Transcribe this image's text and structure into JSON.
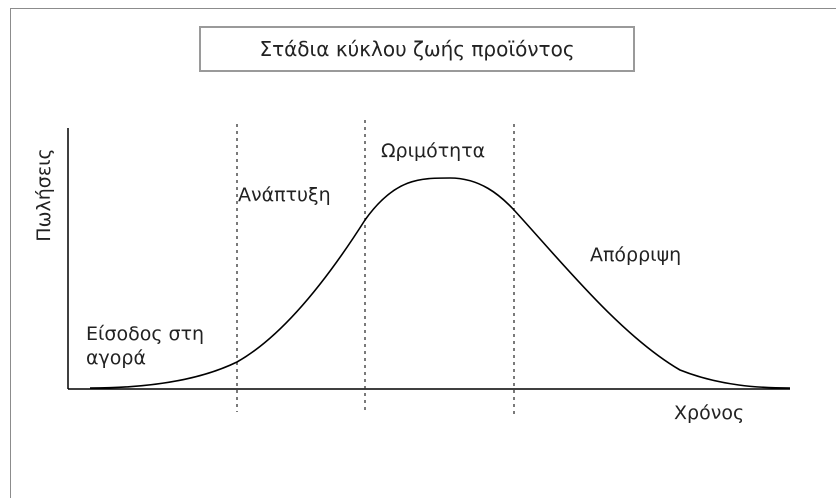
{
  "title": "Στάδια κύκλου ζωής προϊόντος",
  "axes": {
    "ylabel": "Πωλήσεις",
    "xlabel": "Χρόνος"
  },
  "stages": {
    "entry_line1": "Είσοδος στη",
    "entry_line2": "αγορά",
    "growth": "Ανάπτυξη",
    "maturity": "Ωριμότητα",
    "decline": "Απόρριψη"
  },
  "colors": {
    "curve": "#000000",
    "divider": "#333333",
    "axis": "#000000"
  }
}
